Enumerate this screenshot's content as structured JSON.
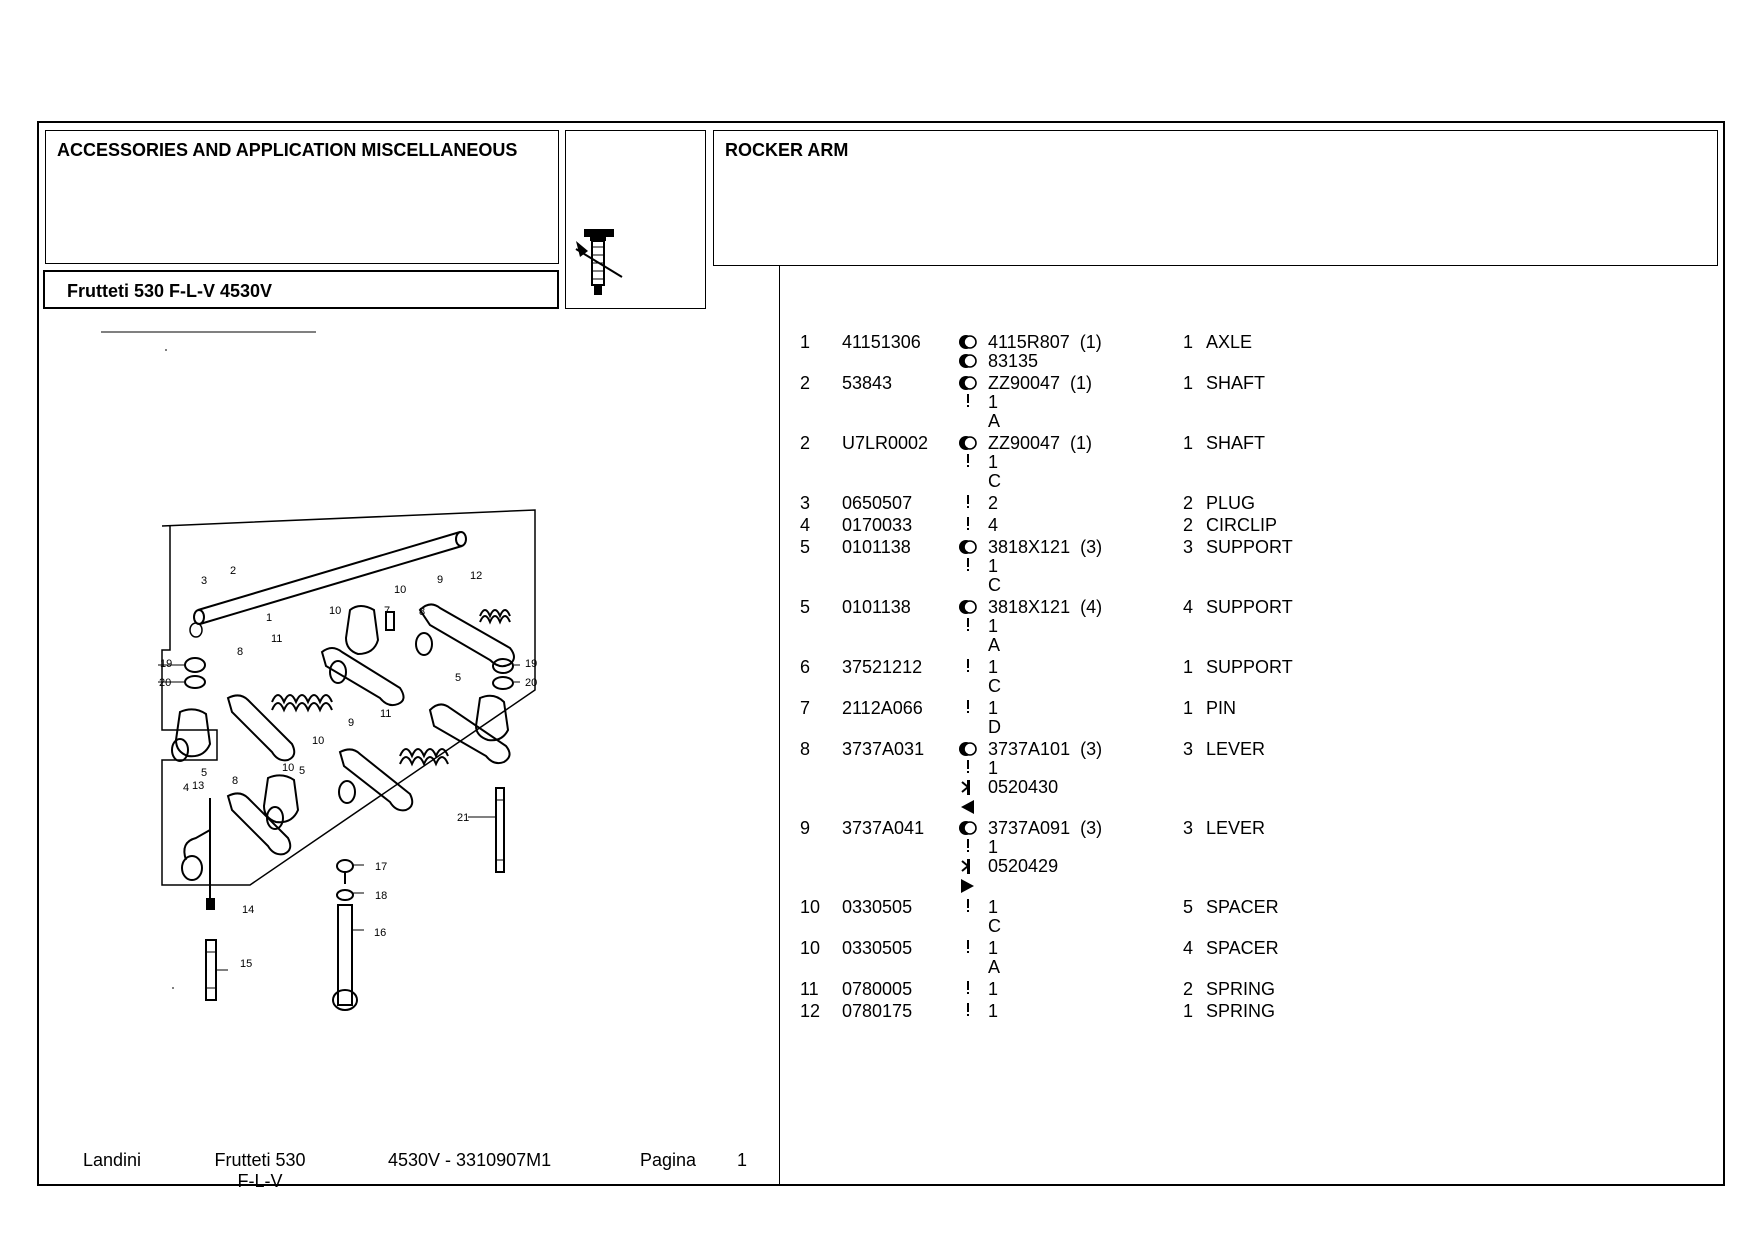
{
  "header": {
    "section_title": "ACCESSORIES AND APPLICATION MISCELLANEOUS",
    "model_title": "Frutteti 530 F-L-V 4530V",
    "group_title": "ROCKER ARM"
  },
  "diagram": {
    "callouts": [
      "1",
      "2",
      "3",
      "4",
      "5",
      "5",
      "5",
      "7",
      "8",
      "8",
      "8",
      "9",
      "9",
      "10",
      "10",
      "10",
      "10",
      "11",
      "11",
      "12",
      "13",
      "14",
      "15",
      "16",
      "17",
      "18",
      "19",
      "19",
      "20",
      "20",
      "21"
    ]
  },
  "parts": [
    {
      "num": "1",
      "part": "41151306",
      "lines": [
        {
          "sym": "dot",
          "code": "4115R807  (1)"
        },
        {
          "sym": "dot",
          "code": "83135"
        }
      ],
      "qty": "1",
      "desc": "AXLE"
    },
    {
      "num": "2",
      "part": "53843",
      "lines": [
        {
          "sym": "dot",
          "code": "ZZ90047  (1)"
        },
        {
          "sym": "bang",
          "code": "1"
        },
        {
          "sym": "",
          "code": "A"
        }
      ],
      "qty": "1",
      "desc": "SHAFT"
    },
    {
      "num": "2",
      "part": "U7LR0002",
      "lines": [
        {
          "sym": "dot",
          "code": "ZZ90047  (1)"
        },
        {
          "sym": "bang",
          "code": "1"
        },
        {
          "sym": "",
          "code": "C"
        }
      ],
      "qty": "1",
      "desc": "SHAFT"
    },
    {
      "num": "3",
      "part": "0650507",
      "lines": [
        {
          "sym": "bang",
          "code": "2"
        }
      ],
      "qty": "2",
      "desc": "PLUG"
    },
    {
      "num": "4",
      "part": "0170033",
      "lines": [
        {
          "sym": "bang",
          "code": "4"
        }
      ],
      "qty": "2",
      "desc": "CIRCLIP"
    },
    {
      "num": "5",
      "part": "0101138",
      "lines": [
        {
          "sym": "dot",
          "code": "3818X121  (3)"
        },
        {
          "sym": "bang",
          "code": "1"
        },
        {
          "sym": "",
          "code": "C"
        }
      ],
      "qty": "3",
      "desc": "SUPPORT"
    },
    {
      "num": "5",
      "part": "0101138",
      "lines": [
        {
          "sym": "dot",
          "code": "3818X121  (4)"
        },
        {
          "sym": "bang",
          "code": "1"
        },
        {
          "sym": "",
          "code": "A"
        }
      ],
      "qty": "4",
      "desc": "SUPPORT"
    },
    {
      "num": "6",
      "part": "37521212",
      "lines": [
        {
          "sym": "bang",
          "code": "1"
        },
        {
          "sym": "",
          "code": "C"
        }
      ],
      "qty": "1",
      "desc": "SUPPORT"
    },
    {
      "num": "7",
      "part": "2112A066",
      "lines": [
        {
          "sym": "bang",
          "code": "1"
        },
        {
          "sym": "",
          "code": "D"
        }
      ],
      "qty": "1",
      "desc": "PIN"
    },
    {
      "num": "8",
      "part": "3737A031",
      "lines": [
        {
          "sym": "dot",
          "code": "3737A101  (3)"
        },
        {
          "sym": "bang",
          "code": "1"
        },
        {
          "sym": "y",
          "code": "0520430"
        },
        {
          "sym": "tri-left",
          "code": ""
        }
      ],
      "qty": "3",
      "desc": "LEVER"
    },
    {
      "num": "9",
      "part": "3737A041",
      "lines": [
        {
          "sym": "dot",
          "code": "3737A091  (3)"
        },
        {
          "sym": "bang",
          "code": "1"
        },
        {
          "sym": "y",
          "code": "0520429"
        },
        {
          "sym": "tri-right",
          "code": ""
        }
      ],
      "qty": "3",
      "desc": "LEVER"
    },
    {
      "num": "10",
      "part": "0330505",
      "lines": [
        {
          "sym": "bang",
          "code": "1"
        },
        {
          "sym": "",
          "code": "C"
        }
      ],
      "qty": "5",
      "desc": "SPACER"
    },
    {
      "num": "10",
      "part": "0330505",
      "lines": [
        {
          "sym": "bang",
          "code": "1"
        },
        {
          "sym": "",
          "code": "A"
        }
      ],
      "qty": "4",
      "desc": "SPACER"
    },
    {
      "num": "11",
      "part": "0780005",
      "lines": [
        {
          "sym": "bang",
          "code": "1"
        }
      ],
      "qty": "2",
      "desc": "SPRING"
    },
    {
      "num": "12",
      "part": "0780175",
      "lines": [
        {
          "sym": "bang",
          "code": "1"
        }
      ],
      "qty": "1",
      "desc": "SPRING"
    }
  ],
  "footer": {
    "brand": "Landini",
    "model_line1": "Frutteti 530",
    "model_line2": "F-L-V",
    "code": "4530V - 3310907M1",
    "page_label": "Pagina",
    "page_number": "1"
  }
}
